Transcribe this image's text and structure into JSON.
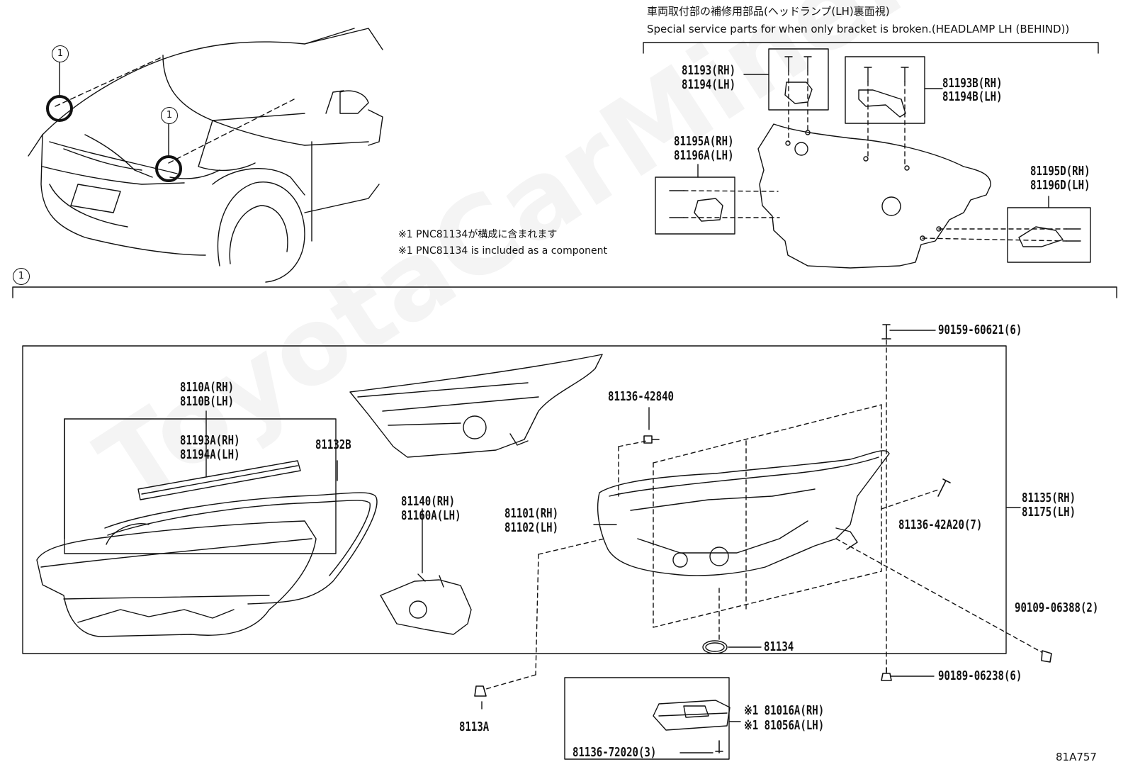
{
  "header": {
    "title_jp": "車両取付部の補修用部品(ヘッドランプ(LH)裏面視)",
    "title_en": "Special service parts for when only bracket is broken.(HEADLAMP LH (BEHIND))"
  },
  "notes": {
    "jp": "※1 PNC81134が構成に含まれます",
    "en": "※1 PNC81134 is included as a component"
  },
  "callouts": {
    "c1": "1",
    "c2": "1",
    "c3": "1"
  },
  "parts": {
    "p81193": "81193(RH)",
    "p81194": "81194(LH)",
    "p81193B": "81193B(RH)",
    "p81194B": "81194B(LH)",
    "p81195A": "81195A(RH)",
    "p81196A": "81196A(LH)",
    "p81195D": "81195D(RH)",
    "p81196D": "81196D(LH)",
    "p90159": "90159-60621(6)",
    "p8110A": "8110A(RH)",
    "p8110B": "8110B(LH)",
    "p81193A": "81193A(RH)",
    "p81194A": "81194A(LH)",
    "p81132B": "81132B",
    "p81136_42840": "81136-42840",
    "p81140": "81140(RH)",
    "p81160A": "81160A(LH)",
    "p81101": "81101(RH)",
    "p81102": "81102(LH)",
    "p81135": "81135(RH)",
    "p81175": "81175(LH)",
    "p81136_42A20": "81136-42A20(7)",
    "p90109": "90109-06388(2)",
    "p81134": "81134",
    "p90189": "90189-06238(6)",
    "p8113A": "8113A",
    "p81016A": "※1 81016A(RH)",
    "p81056A": "※1 81056A(LH)",
    "p81136_72020": "81136-72020(3)"
  },
  "figure_id": "81A757",
  "watermark": "ToyotaCarMine.ru"
}
